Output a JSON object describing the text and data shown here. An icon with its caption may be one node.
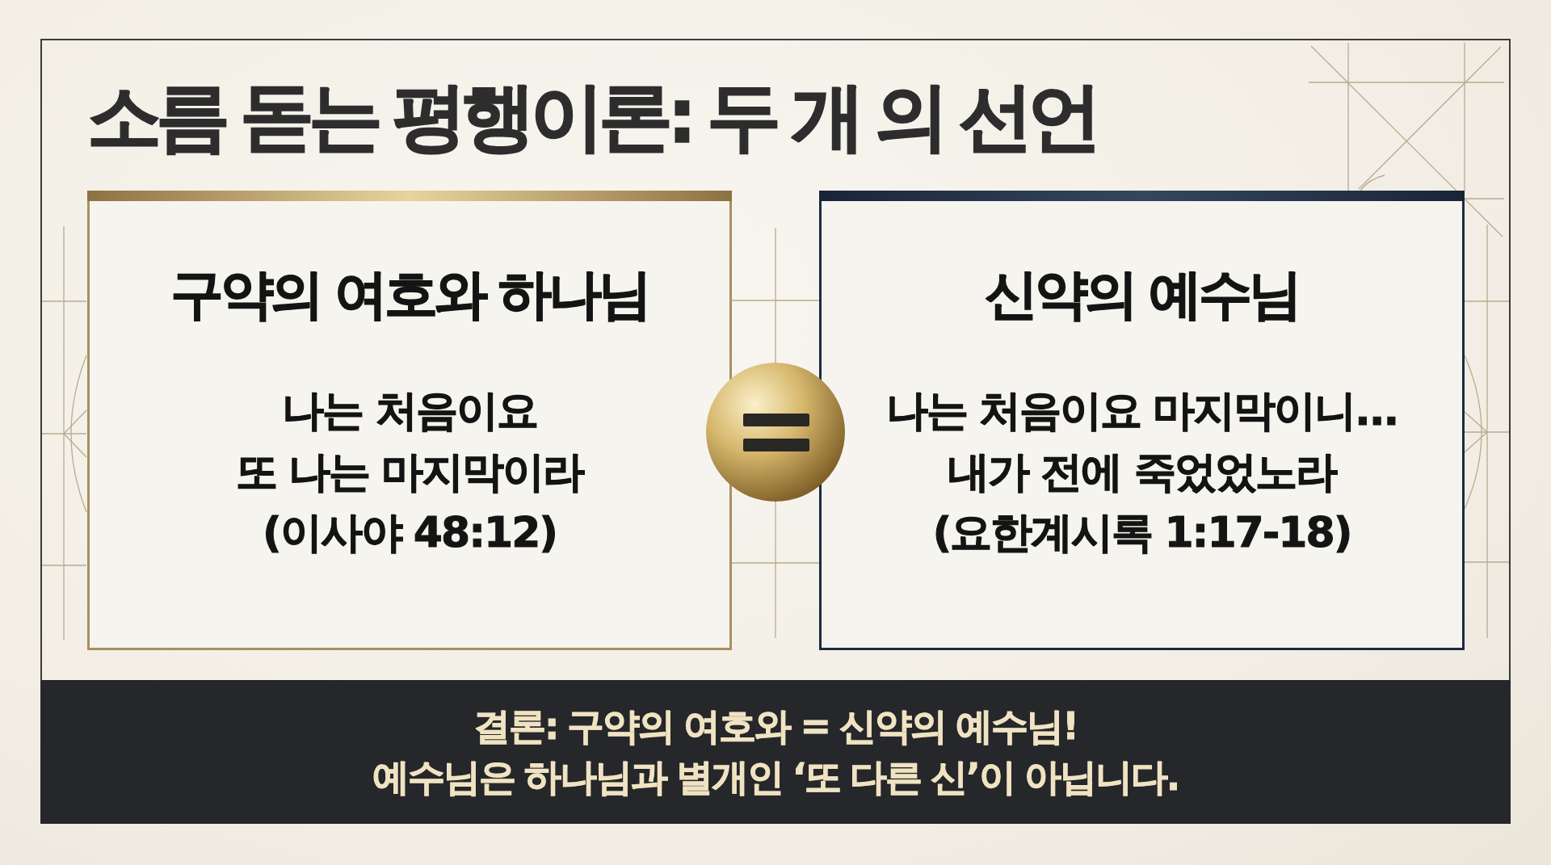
{
  "diagram": {
    "title": "소름 돋는 평행이론: 두 개 의 선언",
    "nodes": [
      {
        "text": [
          "구약의 여호와 하나님",
          "나는 처음이요 또 나는 마지막이라",
          "(이사야 48:12)"
        ]
      },
      {
        "text": [],
        "shape": "circle"
      },
      {
        "text": [
          "신약의 예수님",
          "나는 처음이요 마지막이니... 내가 전에 죽었었노라",
          "(요한계시록 1:17-18)"
        ]
      },
      {
        "text": [
          "결론: 구약의 여호와 = 신약의 예수님! 예수님은 하나님과 별개인 ‘또 다른 신’이 아닙니다."
        ]
      }
    ]
  }
}
